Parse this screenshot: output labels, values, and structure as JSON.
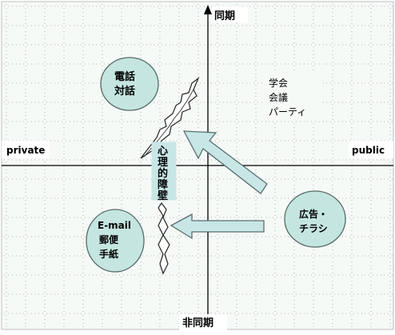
{
  "axes": {
    "top": "同期",
    "bottom": "非同期",
    "left": "private",
    "right": "public"
  },
  "nodes": {
    "phone": [
      "電話",
      "対話"
    ],
    "email": [
      "E-mail",
      "郵便",
      "手紙"
    ],
    "ad": [
      "広告・",
      "チラシ"
    ],
    "conference": [
      "学会",
      "会議",
      "パーティ"
    ]
  },
  "barrier_label": [
    "心",
    "理",
    "的",
    "障",
    "壁"
  ],
  "colors": {
    "grid_bg": "#f6faf7",
    "grid_dot": "#8a8a8a",
    "axis": "#000000",
    "bubble_fill": "#c5e6e0",
    "bubble_stroke": "#556b68",
    "arrow_fill": "#c8e6e6",
    "arrow_stroke": "#5a6e6e"
  }
}
